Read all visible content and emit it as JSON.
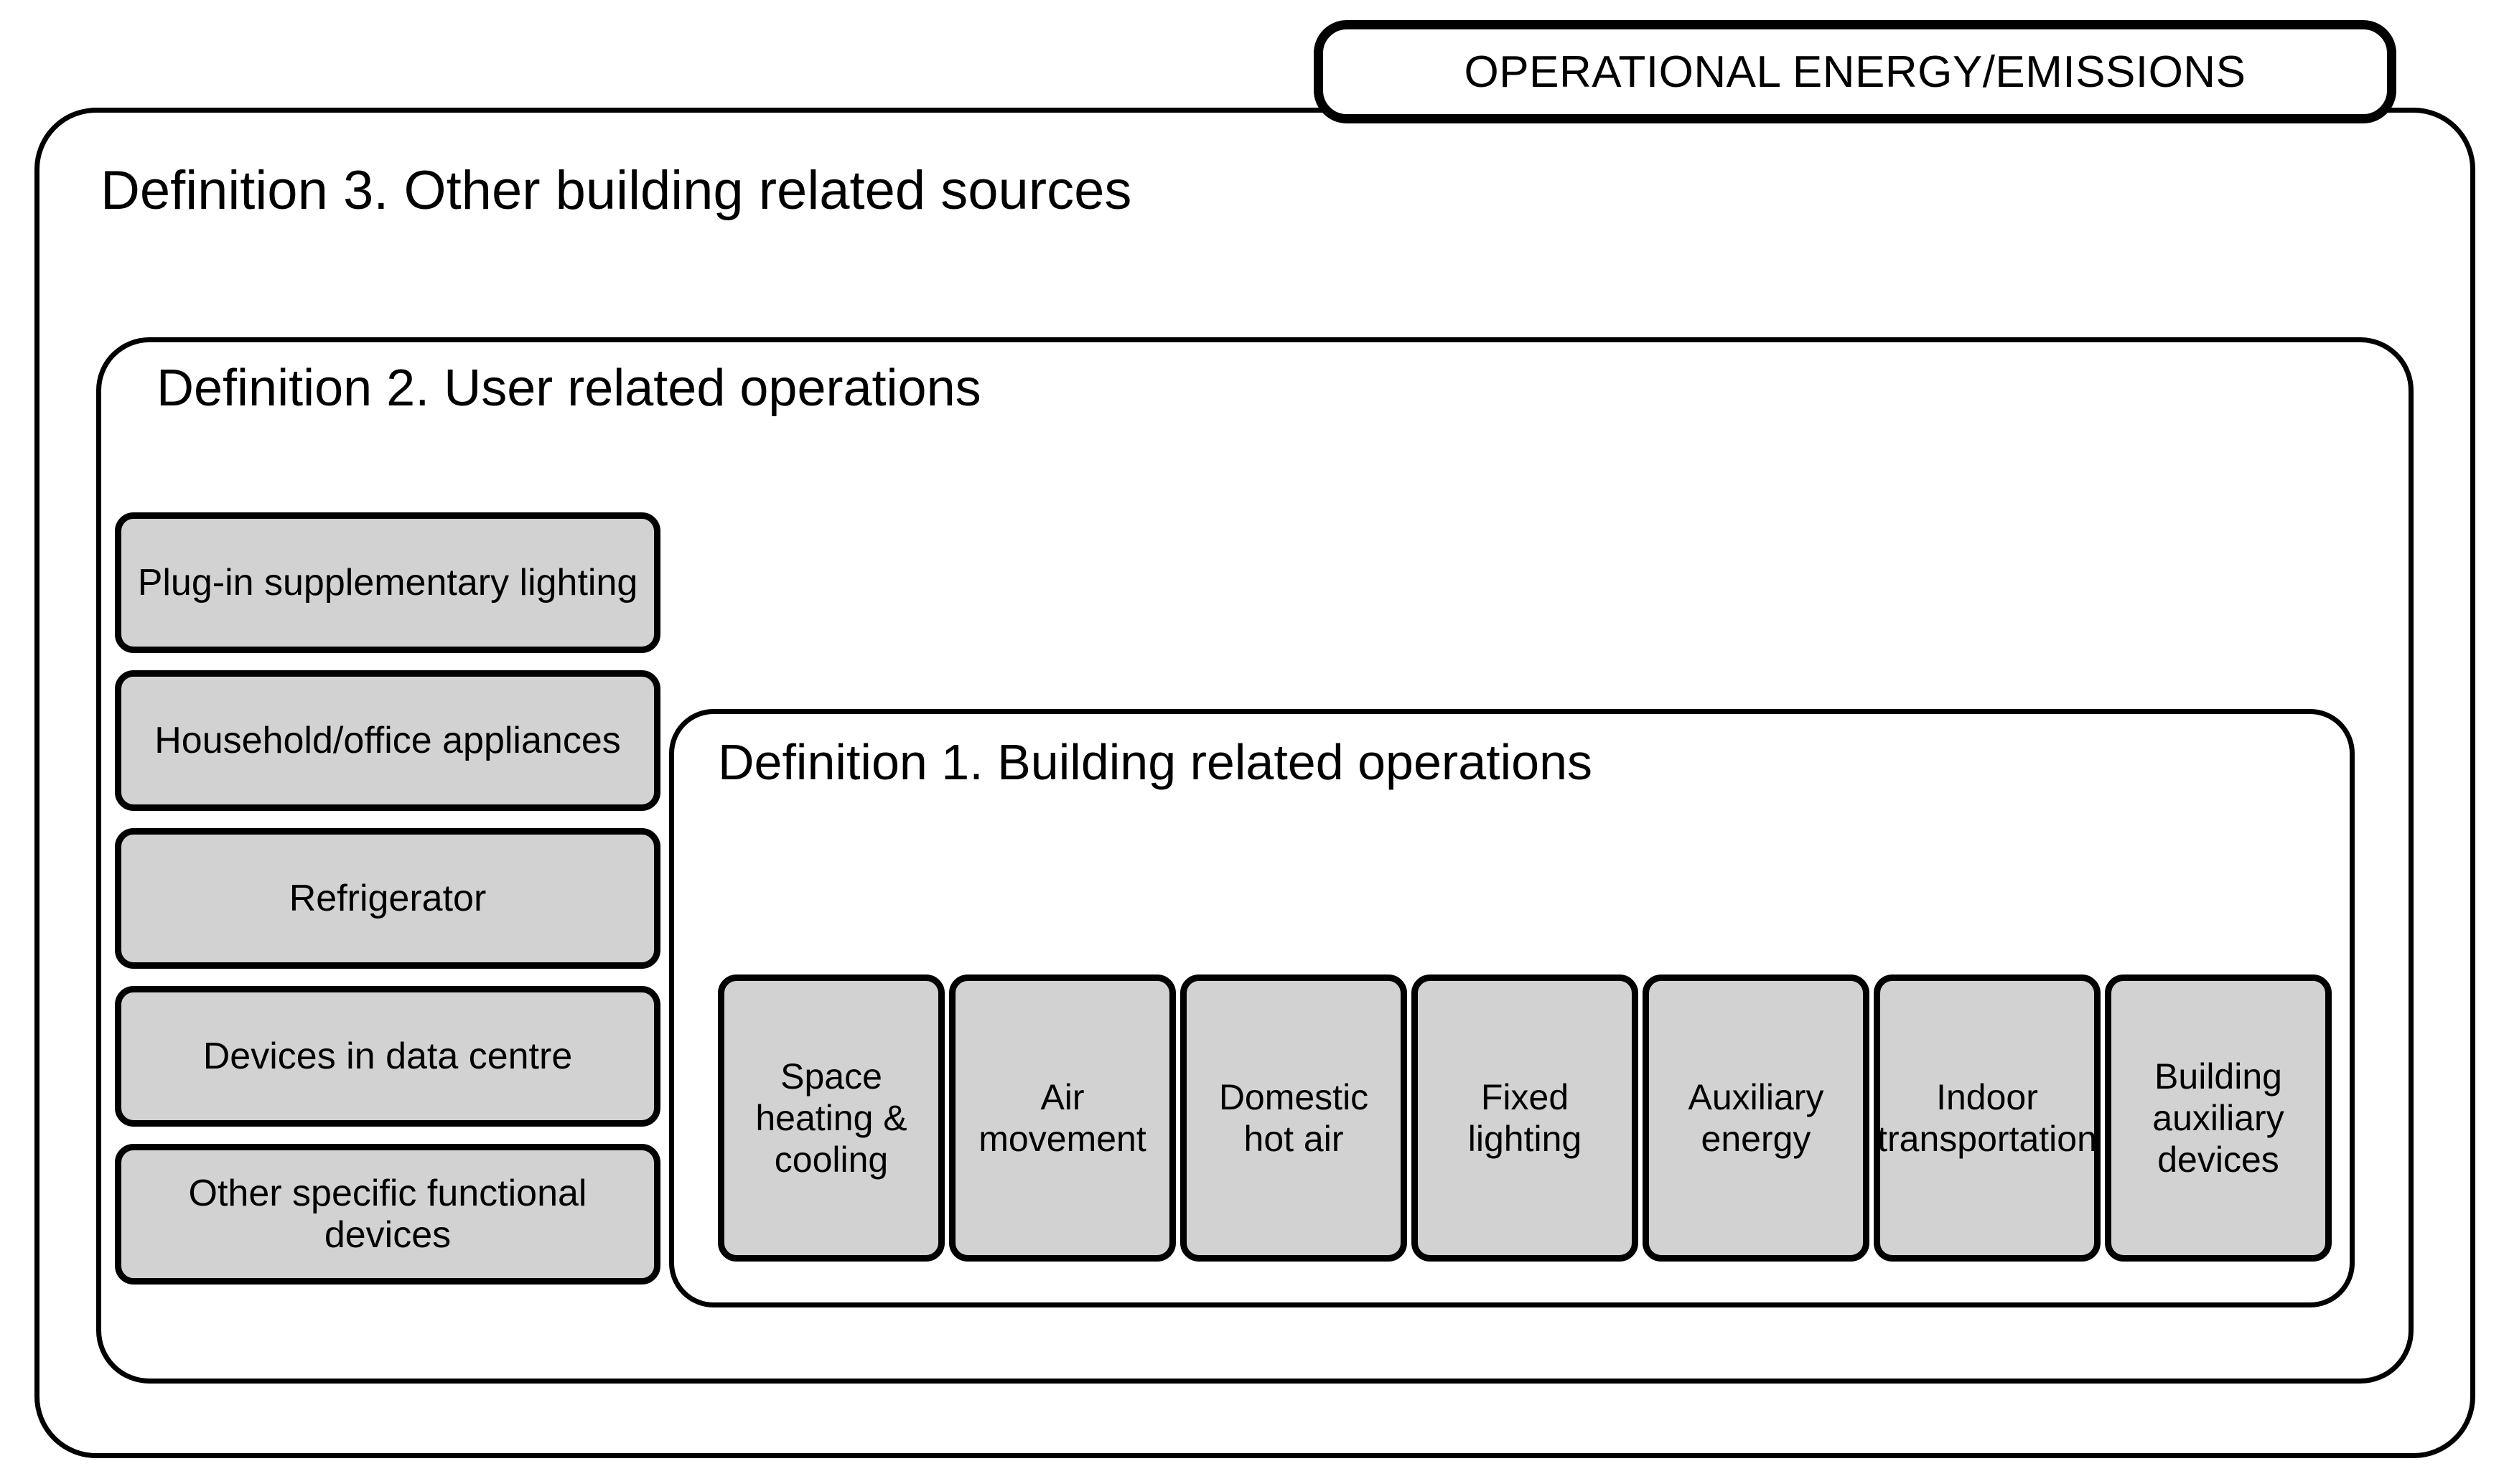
{
  "header": {
    "label": "OPERATIONAL ENERGY/EMISSIONS"
  },
  "definitions": {
    "def3": {
      "title": "Definition 3. Other building related sources"
    },
    "def2": {
      "title": "Definition 2. User related operations",
      "nodes": [
        {
          "label": "Plug-in supplementary lighting"
        },
        {
          "label": "Household/office appliances"
        },
        {
          "label": "Refrigerator"
        },
        {
          "label": "Devices in data centre"
        },
        {
          "label": "Other specific functional devices"
        }
      ]
    },
    "def1": {
      "title": "Definition 1. Building related operations",
      "nodes": [
        {
          "label": "Space heating & cooling"
        },
        {
          "label": "Air movement"
        },
        {
          "label": "Domestic hot air"
        },
        {
          "label": "Fixed lighting"
        },
        {
          "label": "Auxiliary energy"
        },
        {
          "label": "Indoor transportation"
        },
        {
          "label": "Building auxiliary devices"
        }
      ]
    }
  },
  "colors": {
    "node_fill": "#d2d2d2",
    "stroke": "#000000",
    "background": "#ffffff"
  }
}
